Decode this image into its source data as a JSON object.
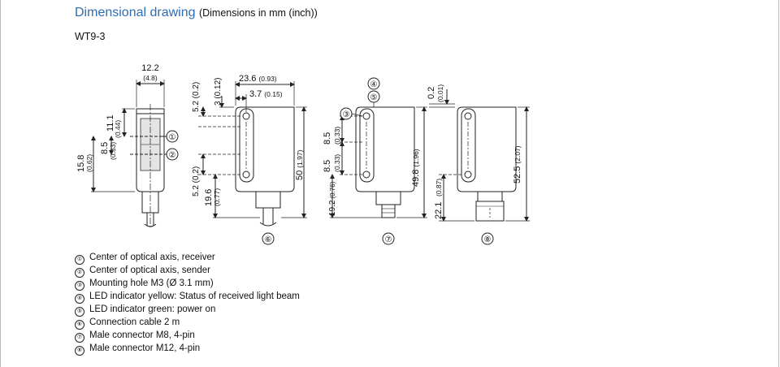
{
  "heading": {
    "title": "Dimensional drawing",
    "subtitle": "(Dimensions in mm (inch))"
  },
  "model": "WT9-3",
  "callouts": {
    "c1": "①",
    "c2": "②",
    "c3": "③",
    "c4": "④",
    "c5": "⑤",
    "c6": "⑥",
    "c7": "⑦",
    "c8": "⑧"
  },
  "dimensions": {
    "side_width": "12.2",
    "side_width_in": "(4.8)",
    "side_h1": "11.1",
    "side_h1_in": "(0.44)",
    "side_h2": "8.5",
    "side_h2_in": "(0.33)",
    "side_h3": "15.8",
    "side_h3_in": "(0.62)",
    "front_top1": "5.2 (0.2)",
    "front_top2": "3 (0.12)",
    "front_w1": "23.6",
    "front_w1_in": "(0.93)",
    "front_w2": "3.7",
    "front_w2_in": "(0.15)",
    "front_bot1": "5.2 (0.2)",
    "front_bot2": "19.6",
    "front_bot2_in": "(0.77)",
    "front_h": "50",
    "front_h_in": "(1.97)",
    "m8_s1": "8.5",
    "m8_s1_in": "(0.33)",
    "m8_s2": "8.5",
    "m8_s2_in": "(0.33)",
    "m8_bot": "19.2",
    "m8_bot_in": "(0.76)",
    "m8_h": "49.8",
    "m8_h_in": "(1.96)",
    "m12_top": "0.2",
    "m12_top_in": "(0.01)",
    "m12_bot": "22.1",
    "m12_bot_in": "(0.87)",
    "m12_h": "52.5",
    "m12_h_in": "(2.07)"
  },
  "legend": [
    {
      "num": "①",
      "text": "Center of optical axis, receiver"
    },
    {
      "num": "②",
      "text": "Center of optical axis, sender"
    },
    {
      "num": "③",
      "text": "Mounting hole M3 (Ø 3.1 mm)"
    },
    {
      "num": "④",
      "text": "LED indicator yellow: Status of received light beam"
    },
    {
      "num": "⑤",
      "text": "LED indicator green: power on"
    },
    {
      "num": "⑥",
      "text": "Connection cable 2 m"
    },
    {
      "num": "⑦",
      "text": "Male connector M8, 4-pin"
    },
    {
      "num": "⑧",
      "text": "Male connector M12, 4-pin"
    }
  ]
}
